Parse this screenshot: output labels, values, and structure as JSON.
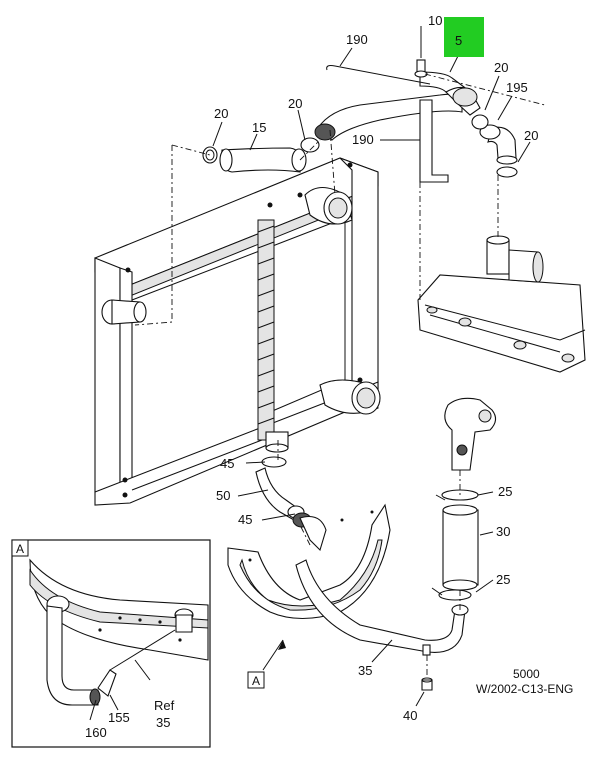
{
  "highlight_callout": {
    "label": "5",
    "color": "#22cc22"
  },
  "callouts": {
    "c10": "10",
    "c190_top": "190",
    "c190_mid": "190",
    "c20_a": "20",
    "c20_b": "20",
    "c20_c": "20",
    "c20_d": "20",
    "c195": "195",
    "c15": "15",
    "c45_a": "45",
    "c45_b": "45",
    "c50": "50",
    "c25_a": "25",
    "c25_b": "25",
    "c30": "30",
    "c35": "35",
    "c40": "40"
  },
  "view_marker": {
    "label": "A"
  },
  "inset": {
    "label": "A",
    "c155": "155",
    "c160": "160",
    "ref_label": "Ref",
    "ref_number": "35"
  },
  "footer": {
    "group": "5000",
    "drawing_id": "W/2002-C13-ENG"
  }
}
